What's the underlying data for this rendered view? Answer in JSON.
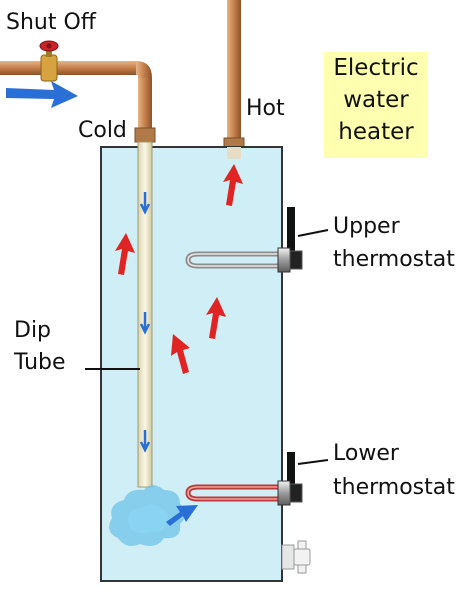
{
  "labels": {
    "shut_off": "Shut Off",
    "cold": "Cold",
    "hot": "Hot",
    "dip_tube": [
      "Dip",
      "Tube"
    ],
    "upper_thermostat": [
      "Upper",
      "thermostat"
    ],
    "lower_thermostat": [
      "Lower",
      "thermostat"
    ]
  },
  "title": [
    "Electric",
    "water",
    "heater"
  ],
  "colors": {
    "tank": "#cfeef6",
    "tank_outline": "#333333",
    "copper": "#c88c5a",
    "flow_in": "#2a6fd6",
    "heat_flow": "#e02424",
    "valve": "#c8242a",
    "element_upper": "#a0a0a0",
    "element_lower": "#b83a3a",
    "title_bg": "#ffffb0"
  },
  "icons": [
    "valve-icon",
    "heat-arrow-icon",
    "flow-arrow-icon",
    "heating-element-icon",
    "drain-valve-icon"
  ]
}
